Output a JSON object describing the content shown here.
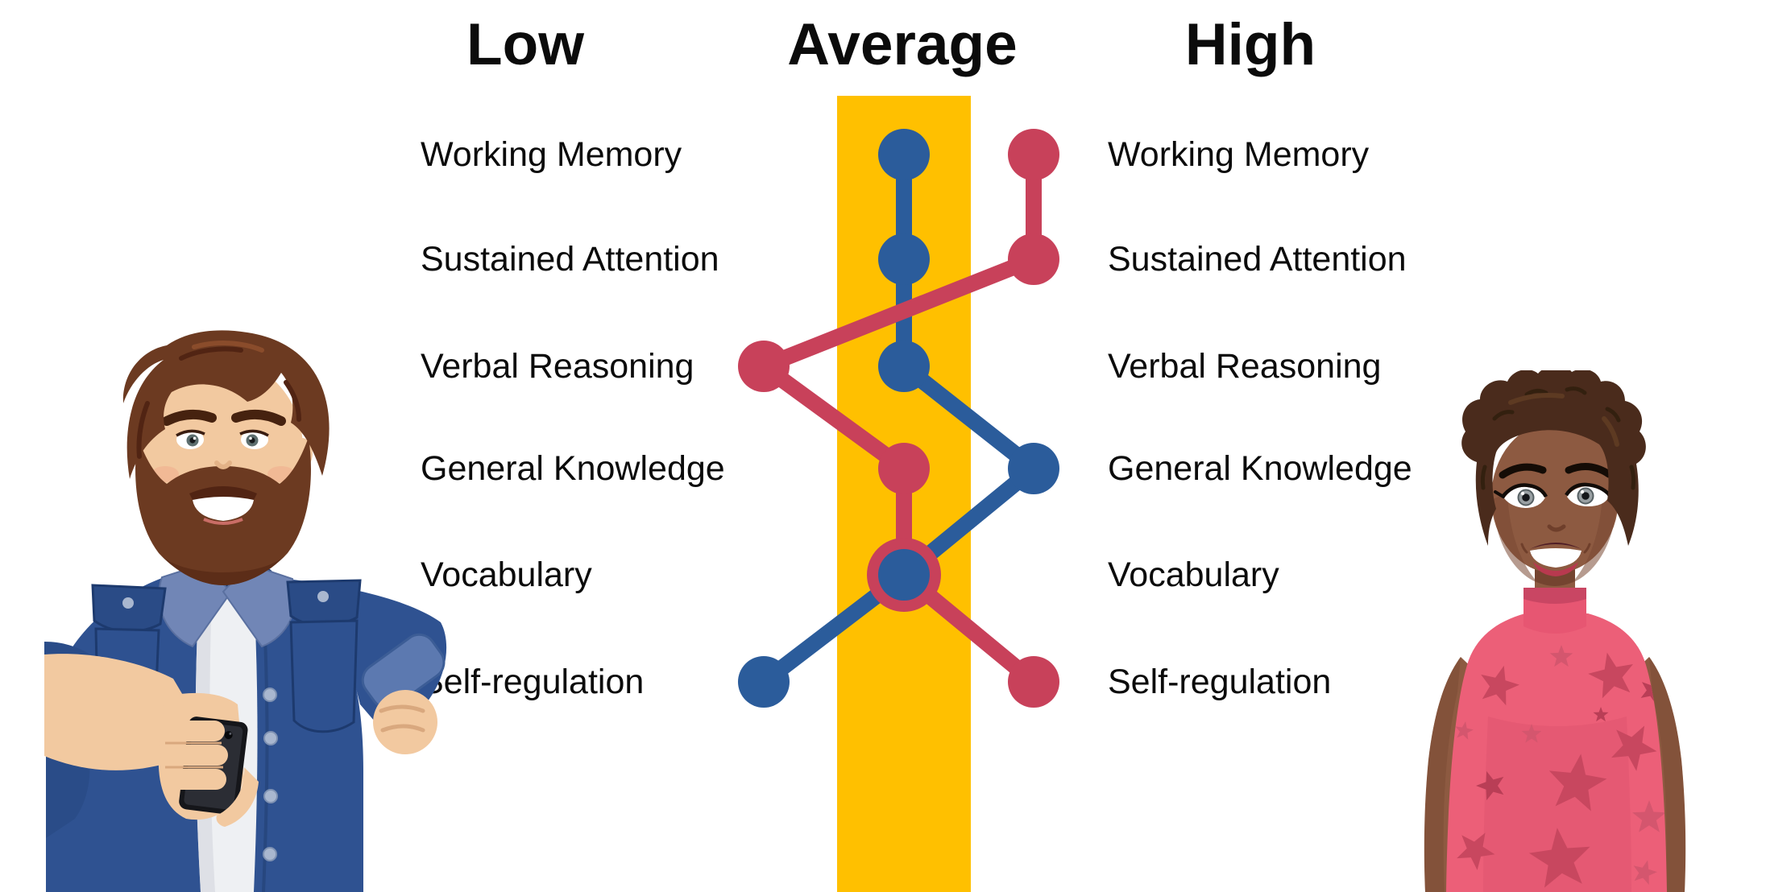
{
  "header": {
    "columns": [
      "Low",
      "Average",
      "High"
    ]
  },
  "chart_data": {
    "type": "line",
    "variant": "vertical-slope-profile",
    "levels": [
      "Low",
      "Average",
      "High"
    ],
    "categories": [
      "Working Memory",
      "Sustained Attention",
      "Verbal Reasoning",
      "General Knowledge",
      "Vocabulary",
      "Self-regulation"
    ],
    "series": [
      {
        "name": "blue-person-profile",
        "color": "#2b5c9b",
        "values": [
          "Average",
          "Average",
          "Average",
          "High",
          "Average",
          "Low"
        ]
      },
      {
        "name": "red-person-profile",
        "color": "#c8415a",
        "values": [
          "High",
          "High",
          "Low",
          "Average",
          "Average",
          "High"
        ]
      }
    ],
    "overlap_points": [
      "Vocabulary"
    ],
    "band": {
      "level": "Average",
      "color": "#ffc000"
    },
    "grid": false,
    "legend_position": "none",
    "category_labels_shown": "both-sides"
  },
  "icons": {
    "left": "man-with-smartphone-illustration",
    "right": "woman-short-afro-illustration"
  }
}
